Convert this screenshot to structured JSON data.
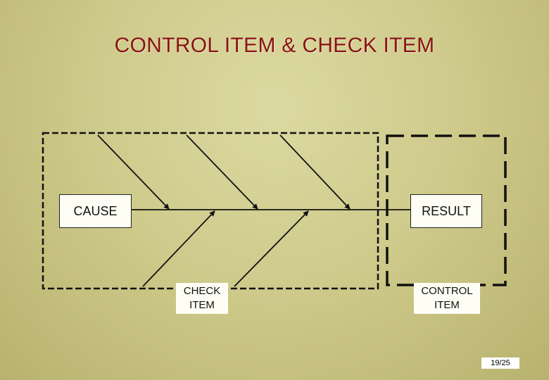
{
  "title": "CONTROL ITEM & CHECK ITEM",
  "boxes": {
    "cause": "CAUSE",
    "result": "RESULT",
    "check_item": "CHECK\nITEM",
    "control_item": "CONTROL\nITEM"
  },
  "page_number": "19/25",
  "colors": {
    "title": "#8a1414",
    "background": "#cfcb8c",
    "lines": "#111111",
    "box_fill": "#fefef4"
  }
}
